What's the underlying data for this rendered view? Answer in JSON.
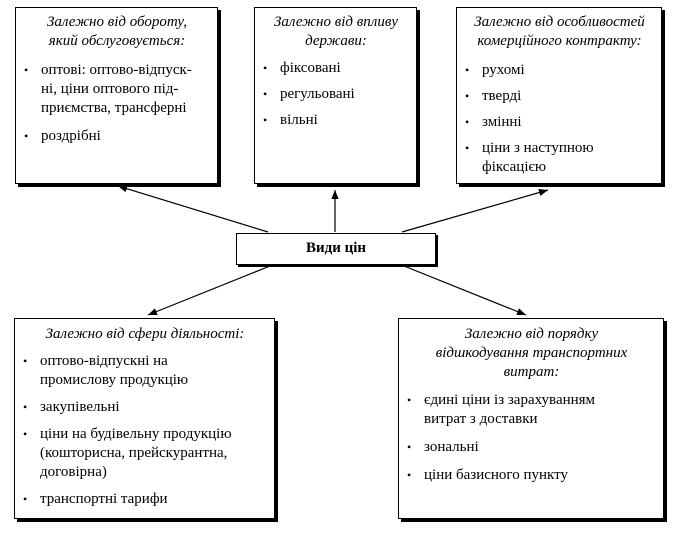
{
  "center": {
    "label": "Види цін"
  },
  "bullet_symbol": "•",
  "boxes": {
    "turnover": {
      "heading": [
        "Залежно від обороту,",
        "який обслуговується:"
      ],
      "items": [
        [
          "оптові: оптово-відпуск-",
          "ні, ціни оптового під-",
          "приємства, трансферні"
        ],
        [
          "роздрібні"
        ]
      ]
    },
    "state": {
      "heading": [
        "Залежно від впливу",
        "держави:"
      ],
      "items": [
        [
          "фіксовані"
        ],
        [
          "регульовані"
        ],
        [
          "вільні"
        ]
      ]
    },
    "contract": {
      "heading": [
        "Залежно від особливостей",
        "комерційного контракту:"
      ],
      "items": [
        [
          "рухомі"
        ],
        [
          "тверді"
        ],
        [
          "змінні"
        ],
        [
          "ціни з наступною",
          "фіксацією"
        ]
      ]
    },
    "activity": {
      "heading": [
        "Залежно від сфери діяльності:"
      ],
      "items": [
        [
          "оптово-відпускні на",
          "промислову продукцію"
        ],
        [
          "закупівельні"
        ],
        [
          "ціни на будівельну продукцію",
          "(кошторисна, прейскурантна,",
          "договірна)"
        ],
        [
          "транспортні тарифи"
        ]
      ]
    },
    "transport": {
      "heading": [
        "Залежно від порядку",
        "відшкодування транспортних",
        "витрат:"
      ],
      "items": [
        [
          "єдині ціни із зарахуванням",
          "витрат з доставки"
        ],
        [
          "зональні"
        ],
        [
          "ціни базисного пункту"
        ]
      ]
    }
  }
}
